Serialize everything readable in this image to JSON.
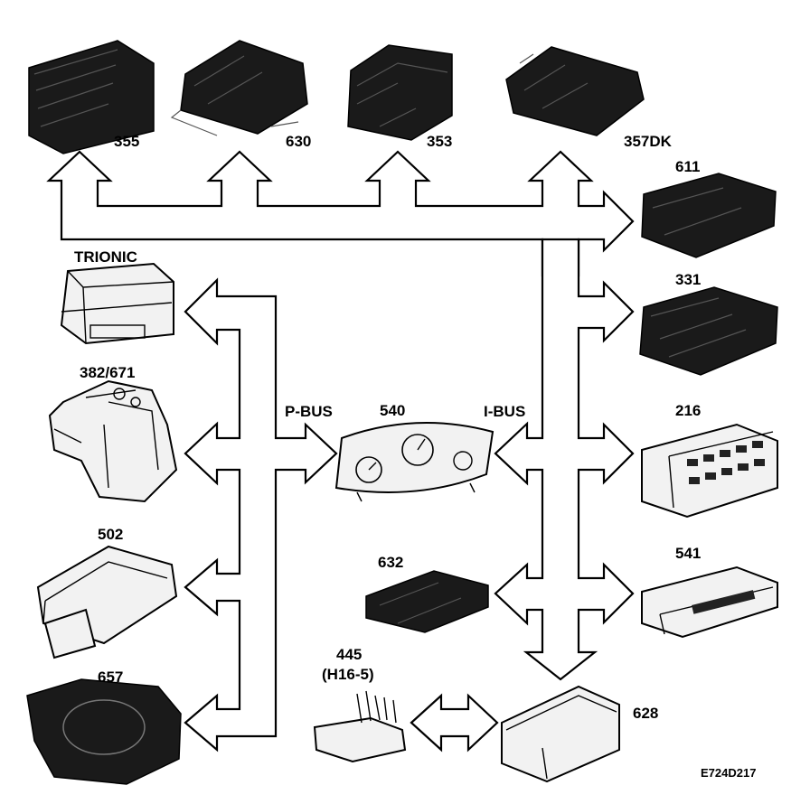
{
  "modules": {
    "m355": "355",
    "m630": "630",
    "m353": "353",
    "m357": "357DK",
    "m611": "611",
    "m331": "331",
    "trionic": "TRIONIC",
    "m382": "382/671",
    "m216": "216",
    "m540": "540",
    "m502": "502",
    "m632": "632",
    "m541": "541",
    "m445": "445",
    "m445sub": "(H16-5)",
    "m657": "657",
    "m628": "628"
  },
  "buses": {
    "pbus": "P-BUS",
    "ibus": "I-BUS"
  },
  "figure_code": "E724D217"
}
